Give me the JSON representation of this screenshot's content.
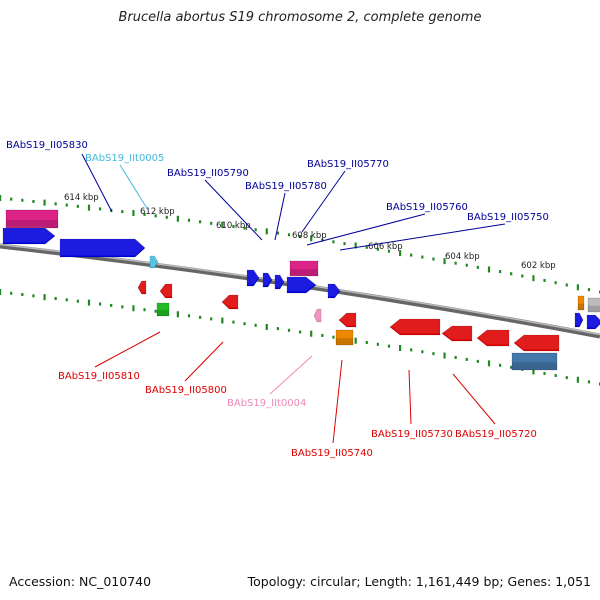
{
  "title": "Brucella abortus S19 chromosome 2, complete genome",
  "footer": {
    "accession": "Accession: NC_010740",
    "topology": "Topology: circular; Length: 1,161,449 bp; Genes: 1,051"
  },
  "scale_labels": [
    "614 kbp",
    "612 kbp",
    "610 kbp",
    "608 kbp",
    "606 kbp",
    "604 kbp",
    "602 kbp"
  ],
  "colors": {
    "blue": "#0000dd",
    "blue_label": "#000099",
    "cyan": "#44bbdd",
    "pink": "#ee88bb",
    "red": "#dd0000",
    "green": "#22bb22",
    "orange": "#ee8800",
    "magenta": "#dd2288",
    "steel": "#4477aa",
    "tick": "#228822",
    "backbone": "#888888"
  },
  "gene_labels": [
    {
      "text": "BAbS19_II05830",
      "color": "blue_label"
    },
    {
      "text": "BAbS19_IIt0005",
      "color": "cyan"
    },
    {
      "text": "BAbS19_II05790",
      "color": "blue_label"
    },
    {
      "text": "BAbS19_II05780",
      "color": "blue_label"
    },
    {
      "text": "BAbS19_II05770",
      "color": "blue_label"
    },
    {
      "text": "BAbS19_II05760",
      "color": "blue_label"
    },
    {
      "text": "BAbS19_II05750",
      "color": "blue_label"
    },
    {
      "text": "BAbS19_II05810",
      "color": "red"
    },
    {
      "text": "BAbS19_II05800",
      "color": "red"
    },
    {
      "text": "BAbS19_IIt0004",
      "color": "pink"
    },
    {
      "text": "BAbS19_II05740",
      "color": "red"
    },
    {
      "text": "BAbS19_II05730",
      "color": "red"
    },
    {
      "text": "BAbS19_II05720",
      "color": "red"
    }
  ]
}
